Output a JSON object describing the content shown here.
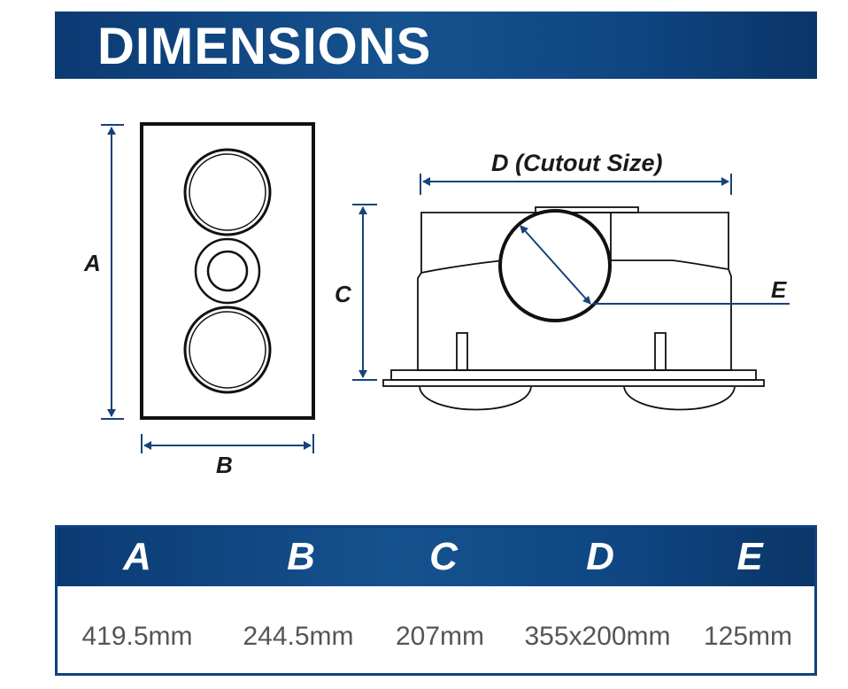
{
  "header": {
    "title": "DIMENSIONS"
  },
  "diagram": {
    "labels": {
      "a": "A",
      "b": "B",
      "c": "C",
      "d": "D (Cutout Size)",
      "e": "E"
    }
  },
  "table": {
    "headers": [
      "A",
      "B",
      "C",
      "D",
      "E"
    ],
    "values": [
      "419.5mm",
      "244.5mm",
      "207mm",
      "355x200mm",
      "125mm"
    ]
  },
  "colors": {
    "brand_blue": "#0e427f",
    "dimension_line": "#17427a"
  }
}
